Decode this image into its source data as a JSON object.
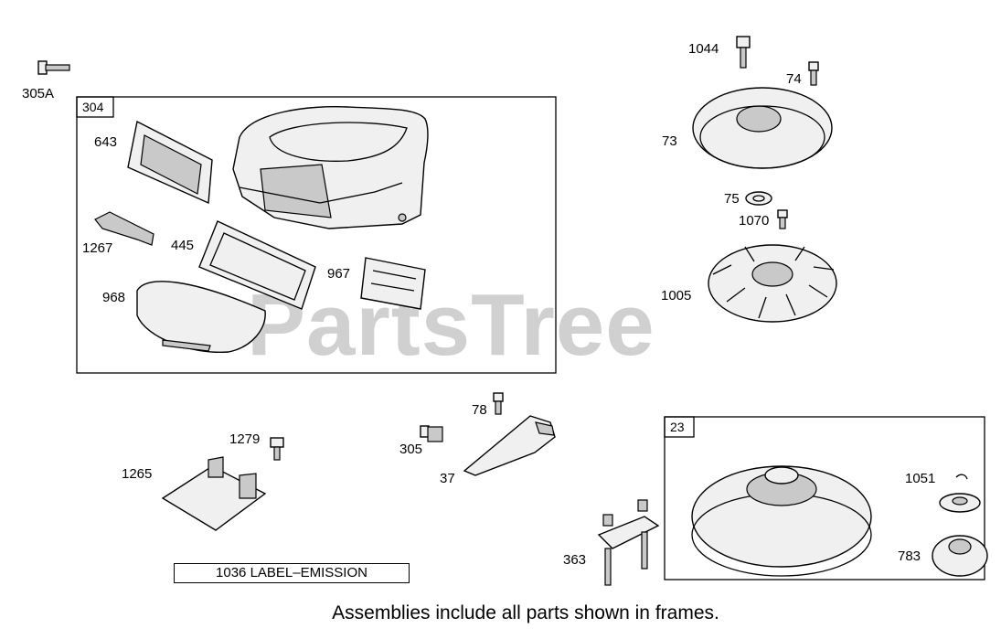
{
  "watermark": "PartsTree",
  "frames": {
    "frame_304": {
      "number": "304"
    },
    "frame_23": {
      "number": "23"
    }
  },
  "labels": {
    "p305A": "305A",
    "p643": "643",
    "p1267": "1267",
    "p445": "445",
    "p968": "968",
    "p967": "967",
    "p1044": "1044",
    "p74": "74",
    "p73": "73",
    "p75": "75",
    "p1070": "1070",
    "p1005": "1005",
    "p78": "78",
    "p305": "305",
    "p37": "37",
    "p1279": "1279",
    "p1265": "1265",
    "p363": "363",
    "p1051": "1051",
    "p783": "783"
  },
  "emission_label": "1036 LABEL–EMISSION",
  "caption": "Assemblies include all parts shown in frames."
}
